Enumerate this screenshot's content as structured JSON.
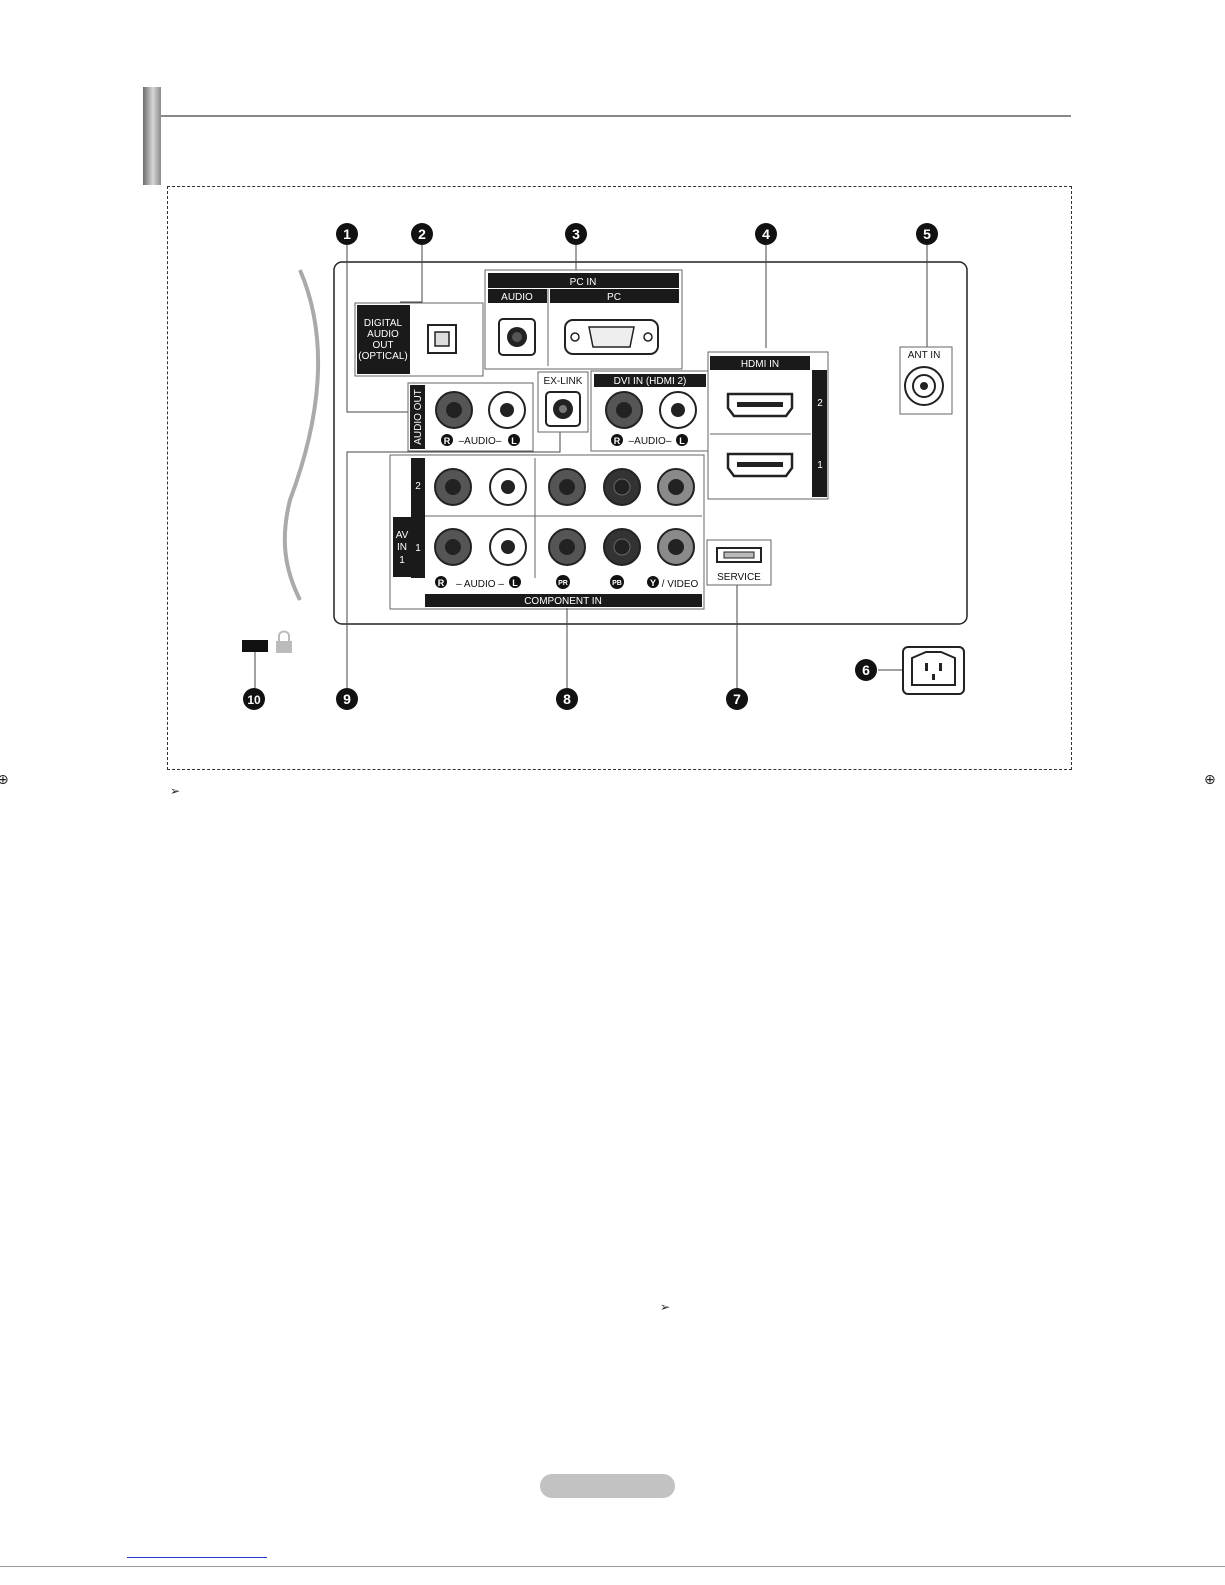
{
  "callouts": [
    "1",
    "2",
    "3",
    "4",
    "5",
    "6",
    "7",
    "8",
    "9",
    "10"
  ],
  "panel": {
    "digital_audio_out": [
      "DIGITAL",
      "AUDIO",
      "OUT",
      "(OPTICAL)"
    ],
    "pc_in": {
      "title": "PC IN",
      "audio": "AUDIO",
      "pc": "PC"
    },
    "hdmi_in": {
      "title": "HDMI IN",
      "port_top": "2",
      "port_bottom": "1"
    },
    "ant_in": "ANT IN",
    "audio_out": {
      "title": "AUDIO OUT",
      "r": "R",
      "audio": "–AUDIO–",
      "l": "L"
    },
    "ex_link": "EX-LINK",
    "dvi_in": {
      "title": "DVI IN (HDMI 2)",
      "r": "R",
      "audio": "–AUDIO–",
      "l": "L"
    },
    "av_in": {
      "title": [
        "AV",
        "IN",
        "1"
      ],
      "row_top": "2",
      "row_bottom": "1"
    },
    "bottom_row": {
      "r": "R",
      "audio": "– AUDIO –",
      "l": "L",
      "pr": "PR",
      "pb": "PB",
      "y": "Y",
      "video": "/ VIDEO"
    },
    "component_in": "COMPONENT IN",
    "service": "SERVICE"
  },
  "colors": {
    "bar": "#1a1a1a",
    "jack_dark": "#333333",
    "jack_grey": "#8a8a8a",
    "rule": "#888888"
  },
  "icons": {
    "note_arrow": "➢",
    "registration_mark": "⊕",
    "kensington_lock": "lock-icon"
  }
}
